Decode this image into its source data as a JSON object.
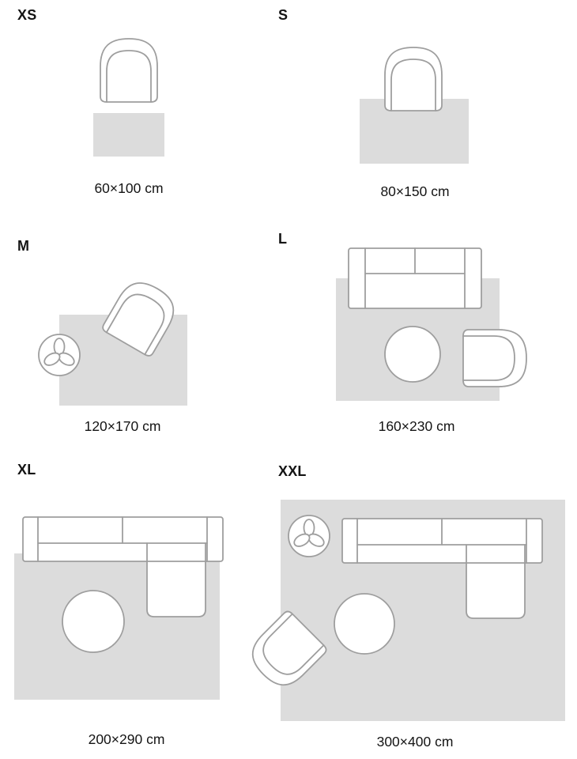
{
  "colors": {
    "background": "#ffffff",
    "rug-fill": "#dcdcdc",
    "furniture-fill": "#ffffff",
    "furniture-stroke": "#9e9e9e",
    "label-color": "#141414"
  },
  "panels": [
    {
      "size": "XS",
      "dimensions": "60×100 cm"
    },
    {
      "size": "S",
      "dimensions": "80×150 cm"
    },
    {
      "size": "M",
      "dimensions": "120×170 cm"
    },
    {
      "size": "L",
      "dimensions": "160×230 cm"
    },
    {
      "size": "XL",
      "dimensions": "200×290 cm"
    },
    {
      "size": "XXL",
      "dimensions": "300×400 cm"
    }
  ]
}
